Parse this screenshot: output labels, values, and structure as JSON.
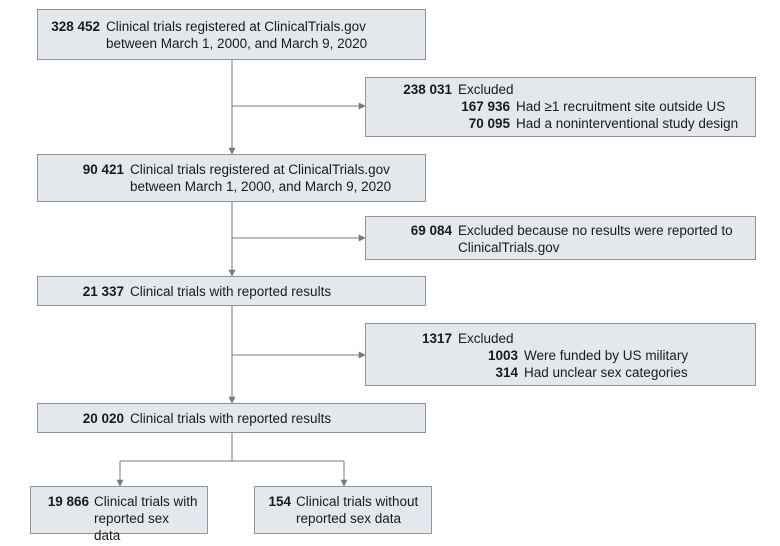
{
  "step1": {
    "count": "328 452",
    "text": "Clinical trials registered at ClinicalTrials.gov between March 1, 2000, and March 9, 2020"
  },
  "excl1": {
    "count": "238 031",
    "label": "Excluded",
    "items": [
      {
        "count": "167 936",
        "text": "Had ≥1 recruitment site outside US"
      },
      {
        "count": "70 095",
        "text": "Had a noninterventional study design"
      }
    ]
  },
  "step2": {
    "count": "90 421",
    "text": "Clinical trials registered at ClinicalTrials.gov between March 1, 2000, and March 9, 2020"
  },
  "excl2": {
    "count": "69 084",
    "text": "Excluded because no results were reported to ClinicalTrials.gov"
  },
  "step3": {
    "count": "21 337",
    "text": "Clinical trials with reported results"
  },
  "excl3": {
    "count": "1317",
    "label": "Excluded",
    "items": [
      {
        "count": "1003",
        "text": "Were funded by US military"
      },
      {
        "count": "314",
        "text": "Had unclear sex categories"
      }
    ]
  },
  "step4": {
    "count": "20 020",
    "text": "Clinical trials with reported results"
  },
  "out1": {
    "count": "19 866",
    "text": "Clinical trials with reported sex data"
  },
  "out2": {
    "count": "154",
    "text": "Clinical trials without reported sex data"
  }
}
